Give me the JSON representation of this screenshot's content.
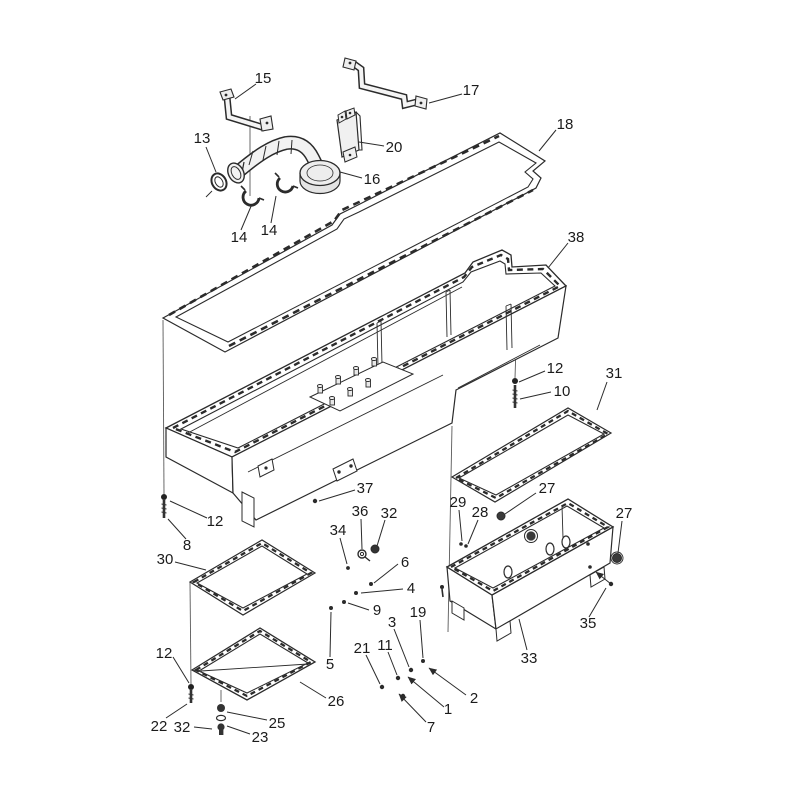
{
  "page": {
    "background": "#ffffff",
    "line_color": "#2b2b2b",
    "label_color": "#1b1b1b"
  },
  "diagram": {
    "kind": "exploded-parts-diagram",
    "labels": [
      {
        "text": "15"
      },
      {
        "text": "13"
      },
      {
        "text": "14"
      },
      {
        "text": "14"
      },
      {
        "text": "17"
      },
      {
        "text": "20"
      },
      {
        "text": "16"
      },
      {
        "text": "18"
      },
      {
        "text": "38"
      },
      {
        "text": "12"
      },
      {
        "text": "10"
      },
      {
        "text": "31"
      },
      {
        "text": "37"
      },
      {
        "text": "27"
      },
      {
        "text": "29"
      },
      {
        "text": "28"
      },
      {
        "text": "27"
      },
      {
        "text": "36"
      },
      {
        "text": "32"
      },
      {
        "text": "34"
      },
      {
        "text": "6"
      },
      {
        "text": "4"
      },
      {
        "text": "9"
      },
      {
        "text": "19"
      },
      {
        "text": "3"
      },
      {
        "text": "5"
      },
      {
        "text": "11"
      },
      {
        "text": "21"
      },
      {
        "text": "35"
      },
      {
        "text": "33"
      },
      {
        "text": "30"
      },
      {
        "text": "8"
      },
      {
        "text": "12"
      },
      {
        "text": "26"
      },
      {
        "text": "12"
      },
      {
        "text": "22"
      },
      {
        "text": "32"
      },
      {
        "text": "25"
      },
      {
        "text": "23"
      },
      {
        "text": "2"
      },
      {
        "text": "1"
      },
      {
        "text": "7"
      }
    ]
  }
}
